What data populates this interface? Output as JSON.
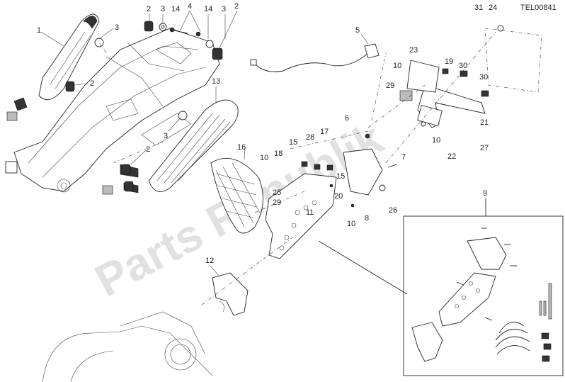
{
  "diagram": {
    "code": "TEL00841",
    "watermark": "Parts Republik",
    "labels": [
      {
        "id": "l1",
        "text": "1"
      },
      {
        "id": "l2a",
        "text": "2"
      },
      {
        "id": "l3a",
        "text": "3"
      },
      {
        "id": "l14a",
        "text": "14"
      },
      {
        "id": "l4",
        "text": "4"
      },
      {
        "id": "l14b",
        "text": "14"
      },
      {
        "id": "l3b",
        "text": "3"
      },
      {
        "id": "l2b",
        "text": "2"
      },
      {
        "id": "l3c",
        "text": "3"
      },
      {
        "id": "l2c",
        "text": "2"
      },
      {
        "id": "l13",
        "text": "13"
      },
      {
        "id": "l3d",
        "text": "3"
      },
      {
        "id": "l2d",
        "text": "2"
      },
      {
        "id": "l5",
        "text": "5"
      },
      {
        "id": "l31",
        "text": "31"
      },
      {
        "id": "l24",
        "text": "24"
      },
      {
        "id": "l23",
        "text": "23"
      },
      {
        "id": "l10a",
        "text": "10"
      },
      {
        "id": "l19",
        "text": "19"
      },
      {
        "id": "l30a",
        "text": "30"
      },
      {
        "id": "l30b",
        "text": "30"
      },
      {
        "id": "l29a",
        "text": "29"
      },
      {
        "id": "l21",
        "text": "21"
      },
      {
        "id": "l6",
        "text": "6"
      },
      {
        "id": "l10b",
        "text": "10"
      },
      {
        "id": "l22",
        "text": "22"
      },
      {
        "id": "l27",
        "text": "27"
      },
      {
        "id": "l16",
        "text": "16"
      },
      {
        "id": "l28",
        "text": "28"
      },
      {
        "id": "l17",
        "text": "17"
      },
      {
        "id": "l15a",
        "text": "15"
      },
      {
        "id": "l10c",
        "text": "10"
      },
      {
        "id": "l18",
        "text": "18"
      },
      {
        "id": "l15b",
        "text": "15"
      },
      {
        "id": "l7",
        "text": "7"
      },
      {
        "id": "l25",
        "text": "25"
      },
      {
        "id": "l20",
        "text": "20"
      },
      {
        "id": "l29b",
        "text": "29"
      },
      {
        "id": "l11",
        "text": "11"
      },
      {
        "id": "l26",
        "text": "26"
      },
      {
        "id": "l8",
        "text": "8"
      },
      {
        "id": "l10d",
        "text": "10"
      },
      {
        "id": "l9",
        "text": "9"
      },
      {
        "id": "l12",
        "text": "12"
      }
    ]
  }
}
